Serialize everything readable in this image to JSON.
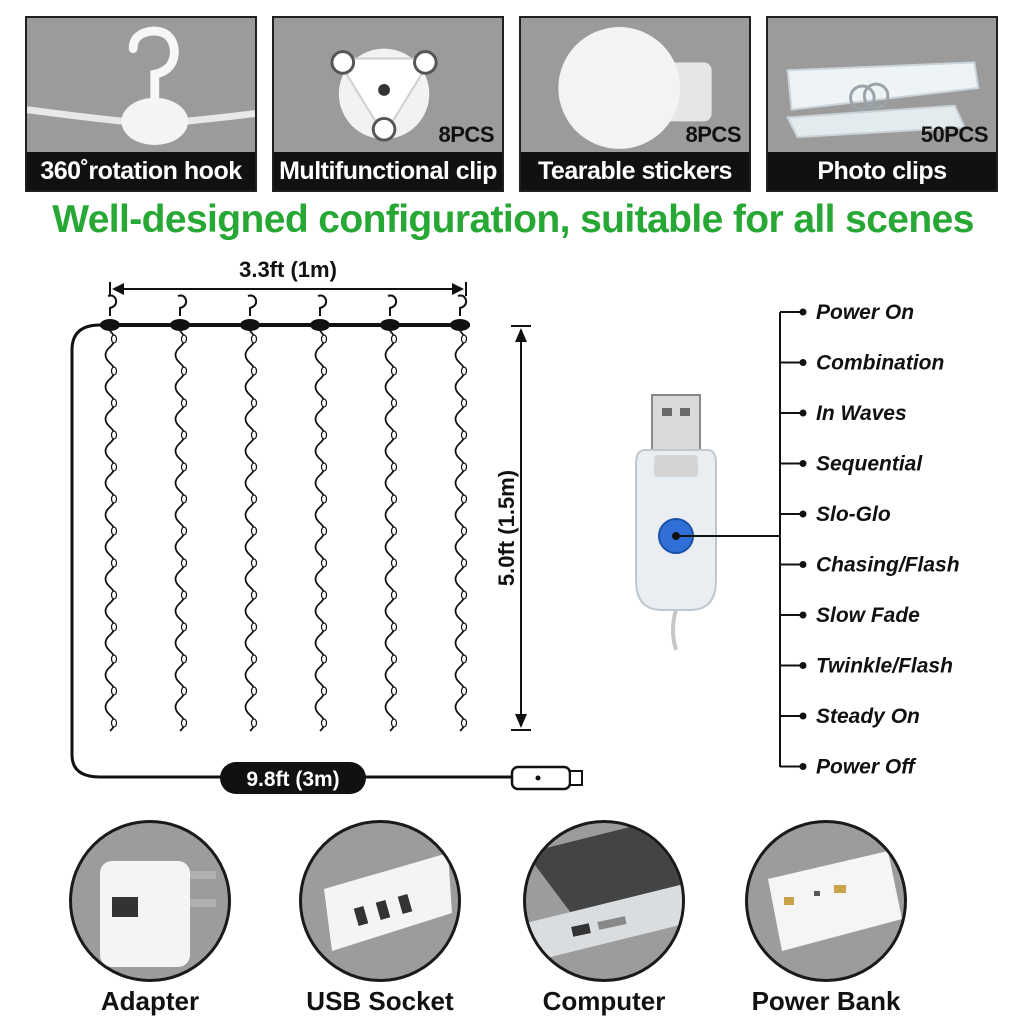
{
  "accessories": [
    {
      "caption": "360˚rotation hook",
      "count": "",
      "icon": "rotation-hook-icon"
    },
    {
      "caption": "Multifunctional clip",
      "count": "8PCS",
      "icon": "multifunctional-clip-icon"
    },
    {
      "caption": "Tearable stickers",
      "count": "8PCS",
      "icon": "tearable-sticker-icon"
    },
    {
      "caption": "Photo clips",
      "count": "50PCS",
      "icon": "photo-clip-icon"
    }
  ],
  "headline": "Well-designed configuration, suitable for all scenes",
  "dimensions": {
    "width": "3.3ft (1m)",
    "height": "5.0ft (1.5m)",
    "cable": "9.8ft (3m)"
  },
  "modes": [
    "Power On",
    "Combination",
    "In Waves",
    "Sequential",
    "Slo-Glo",
    "Chasing/Flash",
    "Slow Fade",
    "Twinkle/Flash",
    "Steady On",
    "Power Off"
  ],
  "power_sources": [
    {
      "label": "Adapter",
      "icon": "adapter-icon"
    },
    {
      "label": "USB Socket",
      "icon": "usb-socket-icon"
    },
    {
      "label": "Computer",
      "icon": "laptop-icon"
    },
    {
      "label": "Power Bank",
      "icon": "power-bank-icon"
    }
  ],
  "colors": {
    "headline": "#27a835",
    "panel": "#9b9b9b",
    "caption_bg": "#111111",
    "button": "#2f6fd6"
  }
}
